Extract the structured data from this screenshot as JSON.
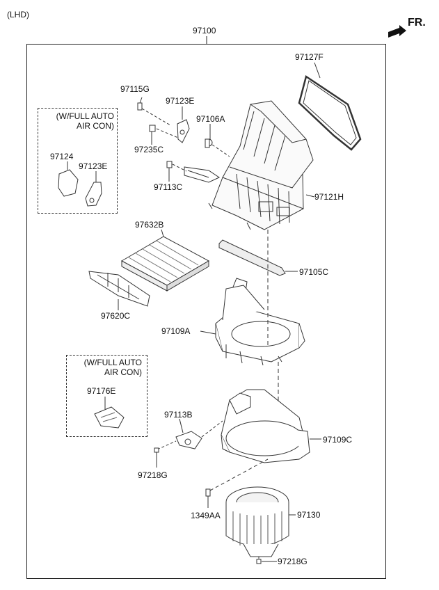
{
  "header": {
    "variant": "(LHD)",
    "direction": "FR."
  },
  "assembly_part": "97100",
  "notes": [
    {
      "line1": "(W/FULL AUTO",
      "line2": "AIR CON)"
    },
    {
      "line1": "(W/FULL AUTO",
      "line2": "AIR CON)"
    }
  ],
  "parts": {
    "p97127F": "97127F",
    "p97115G": "97115G",
    "p97123E_a": "97123E",
    "p97106A": "97106A",
    "p97235C": "97235C",
    "p97124": "97124",
    "p97123E_b": "97123E",
    "p97113C": "97113C",
    "p97121H": "97121H",
    "p97632B": "97632B",
    "p97105C": "97105C",
    "p97620C": "97620C",
    "p97109A": "97109A",
    "p97176E": "97176E",
    "p97113B": "97113B",
    "p97109C": "97109C",
    "p97218G_a": "97218G",
    "p1349AA": "1349AA",
    "p97130": "97130",
    "p97218G_b": "97218G"
  },
  "icons": {
    "direction_arrow": "arrow-right-icon"
  }
}
